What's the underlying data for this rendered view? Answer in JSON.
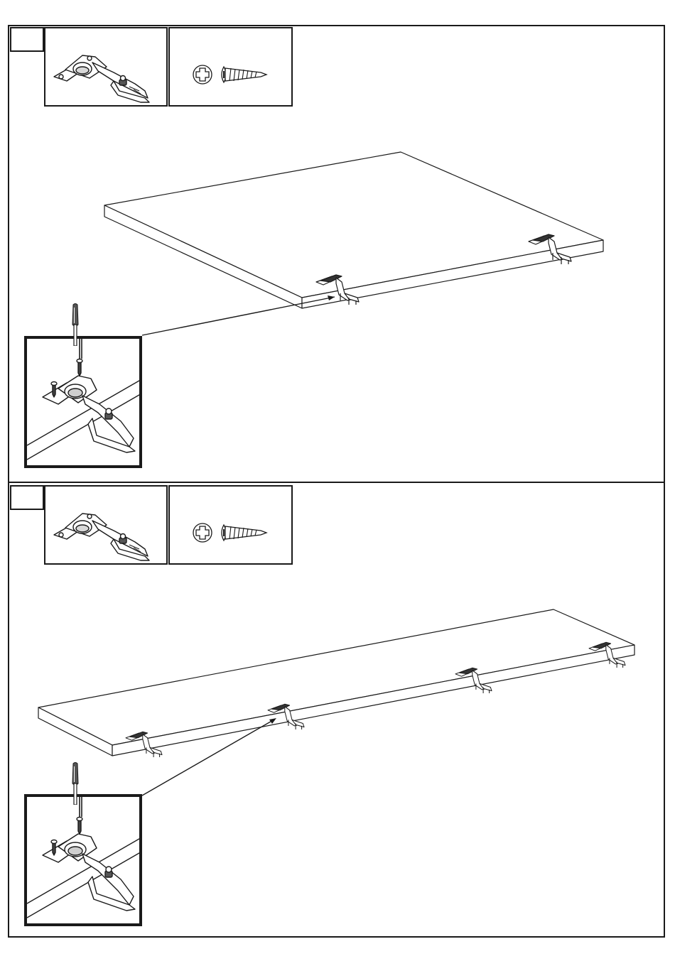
{
  "steps": [
    {
      "number": "",
      "parts": [
        {
          "name": "hinge-icon",
          "quantity": ""
        },
        {
          "name": "screw-icon",
          "quantity": ""
        }
      ],
      "panel": "door-panel",
      "hinge_count": 2,
      "tool": "screwdriver-icon"
    },
    {
      "number": "",
      "parts": [
        {
          "name": "hinge-icon",
          "quantity": ""
        },
        {
          "name": "screw-icon",
          "quantity": ""
        }
      ],
      "panel": "long-door-panel",
      "hinge_count": 4,
      "tool": "screwdriver-icon"
    }
  ],
  "colors": {
    "line": "#1a1a1a",
    "background": "#ffffff"
  }
}
